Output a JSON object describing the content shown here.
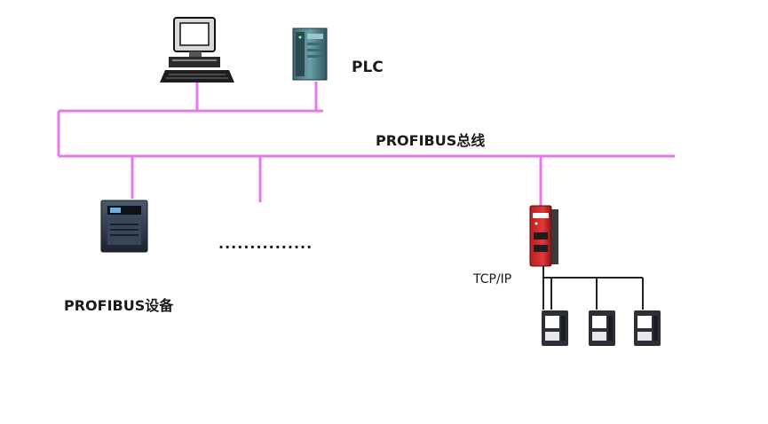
{
  "labels": {
    "plc": "PLC",
    "bus": "PROFIBUS总线",
    "profibus_device": "PROFIBUS设备",
    "tcp_ip": "TCP/IP",
    "ellipsis": "..............."
  },
  "colors": {
    "bus_line": "#e878e8",
    "ethernet_line": "#222222",
    "gateway_red": "#d42a2a",
    "plc_teal": "#4f7f86",
    "drive_dark": "#2c2f36"
  },
  "icons": [
    "computer-icon",
    "plc-icon",
    "profibus-drive-icon",
    "gateway-icon",
    "servo-drive-icon"
  ]
}
